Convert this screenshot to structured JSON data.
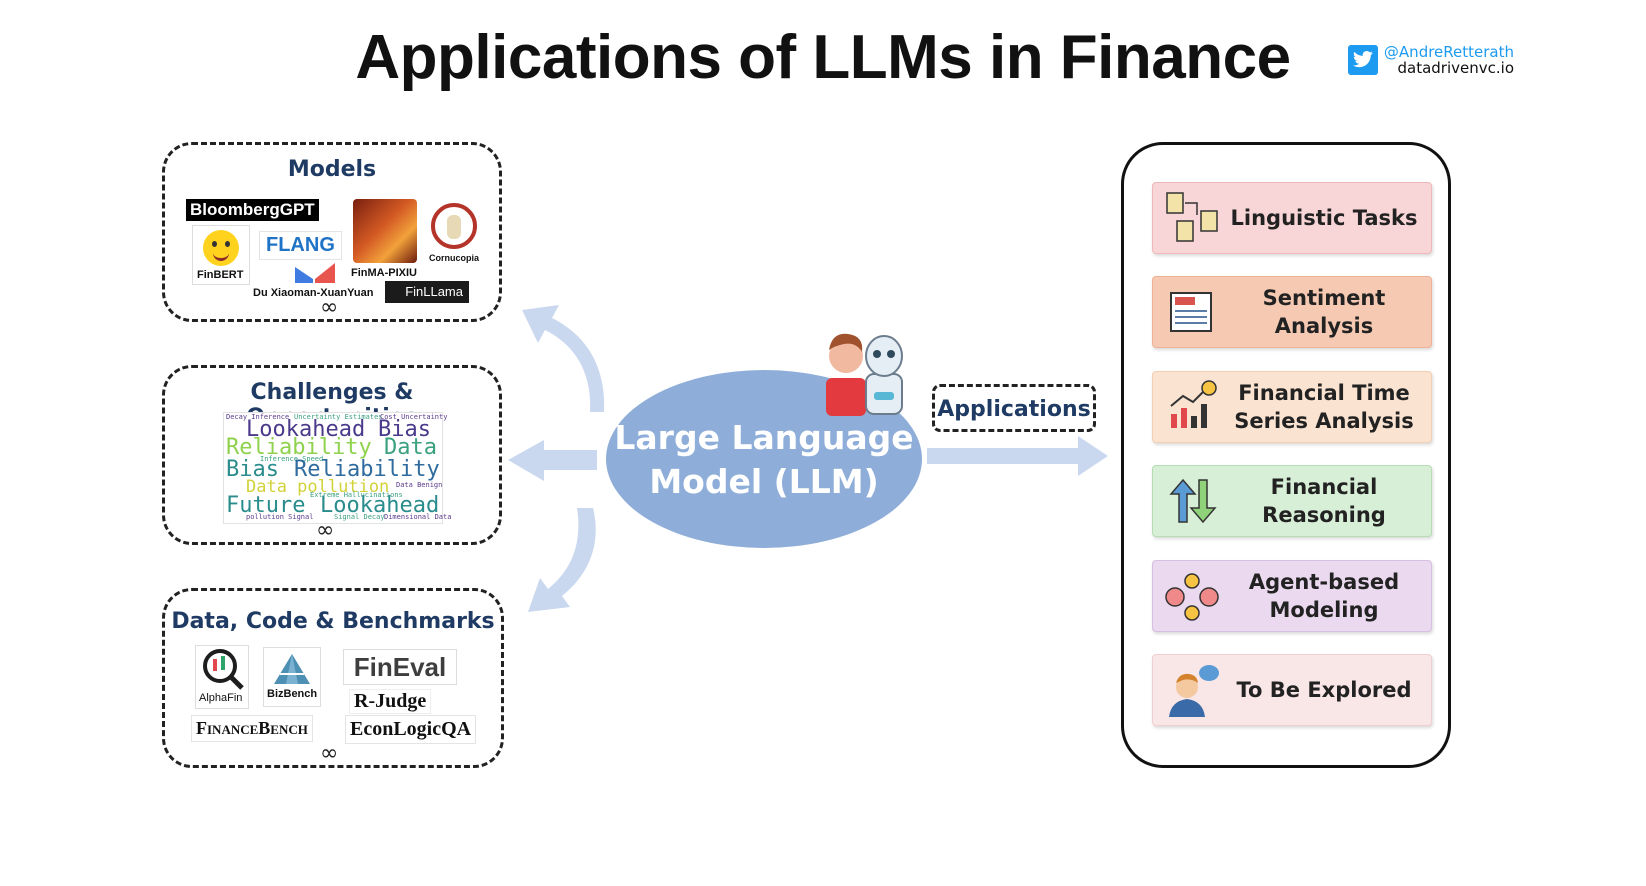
{
  "title": "Applications of LLMs in Finance",
  "credit": {
    "handle": "@AndreRetterath",
    "site": "datadrivenvc.io",
    "icon": "twitter-bird-icon"
  },
  "center": {
    "line1": "Large Language",
    "line2": "Model (LLM)"
  },
  "applications_tag": "Applications",
  "models": {
    "title": "Models",
    "bloomberg": "BloombergGPT",
    "flang": "FLANG",
    "finbert": "FinBERT",
    "finma": "FinMA-PIXIU",
    "cornucopia": "Cornucopia",
    "xuanyuan": "Du Xiaoman-XuanYuan",
    "finllama": "FinLLama",
    "more": "∞"
  },
  "challenges": {
    "title": "Challenges & Opportunities",
    "words": {
      "w1": "Lookahead",
      "w2": "Bias",
      "w3": "Reliability",
      "w4": "Data",
      "w5": "Bias",
      "w6": "Reliability",
      "w7": "Data pollution",
      "w8": "Future",
      "w9": "Lookahead",
      "s1": "Decay Inference",
      "s2": "Uncertainty Estimates",
      "s3": "Cost Uncertainty",
      "s4": "Inference Speed",
      "s5": "Data Benign",
      "s6": "Extreme Hallucinations",
      "s7": "pollution Signal",
      "s8": "Signal Decay",
      "s9": "Dimensional Data"
    },
    "more": "∞"
  },
  "data": {
    "title": "Data, Code & Benchmarks",
    "alphafin": "AlphaFin",
    "bizbench": "BizBench",
    "fineval": "FinEval",
    "rjudge": "R-Judge",
    "financebench": "FinanceBench",
    "econlogic": "EconLogicQA",
    "more": "∞"
  },
  "apps": [
    {
      "label": "Linguistic Tasks",
      "color": "#f8d5d6",
      "border": "#f0b8bb",
      "icon": "documents-exchange-icon"
    },
    {
      "label": "Sentiment Analysis",
      "color": "#f6c9b2",
      "border": "#efb297",
      "icon": "newspaper-icon"
    },
    {
      "label": "Financial Time Series Analysis",
      "color": "#fbe3d1",
      "border": "#f3cfb3",
      "icon": "bar-chart-question-icon"
    },
    {
      "label": "Financial Reasoning",
      "color": "#d8efd7",
      "border": "#b7dcb5",
      "icon": "buy-sell-arrows-icon"
    },
    {
      "label": "Agent-based Modeling",
      "color": "#ead9ef",
      "border": "#d7bfe0",
      "icon": "agents-coins-icon"
    },
    {
      "label": "To Be Explored",
      "color": "#f9e6e7",
      "border": "#efcfd2",
      "icon": "thinking-person-icon"
    }
  ]
}
